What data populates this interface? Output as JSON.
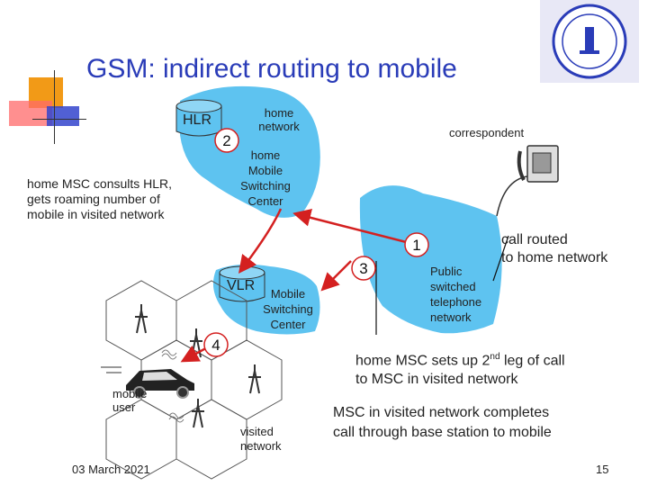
{
  "slide": {
    "title": "GSM: indirect routing to mobile",
    "date": "03 March 2021",
    "page_number": "15"
  },
  "labels": {
    "hlr": "HLR",
    "home_network": [
      "home",
      "network"
    ],
    "home_msc": [
      "home",
      "Mobile",
      "Switching",
      "Center"
    ],
    "correspondent": "correspondent",
    "home_msc_consults": [
      "home MSC consults HLR,",
      "gets roaming number of",
      "mobile in visited network"
    ],
    "vlr": "VLR",
    "visited_msc": [
      "Mobile",
      "Switching",
      "Center"
    ],
    "pstn": [
      "Public",
      "switched",
      "telephone",
      "network"
    ],
    "call_routed": [
      "call routed",
      "to home network"
    ],
    "second_leg_pre": "home MSC sets up 2",
    "second_leg_sup": "nd",
    "second_leg_post": " leg of call",
    "second_leg_line2": "to MSC in visited network",
    "completes": [
      "MSC in visited network completes",
      "call through base station to mobile"
    ],
    "mobile_user": [
      "mobile",
      "user"
    ],
    "visited_network": [
      "visited",
      "network"
    ]
  },
  "steps": {
    "one": "1",
    "two": "2",
    "three": "3",
    "four": "4"
  },
  "colors": {
    "title": "#2a3cb8",
    "network_cloud": "#5ec3f0",
    "accent_red": "#d42020",
    "deco_orange": "#f29a17",
    "deco_blue": "#3344cc"
  },
  "icons": {
    "logo": "university-seal-icon",
    "phone": "telephone-icon",
    "car": "car-icon",
    "tower": "antenna-tower-icon"
  }
}
